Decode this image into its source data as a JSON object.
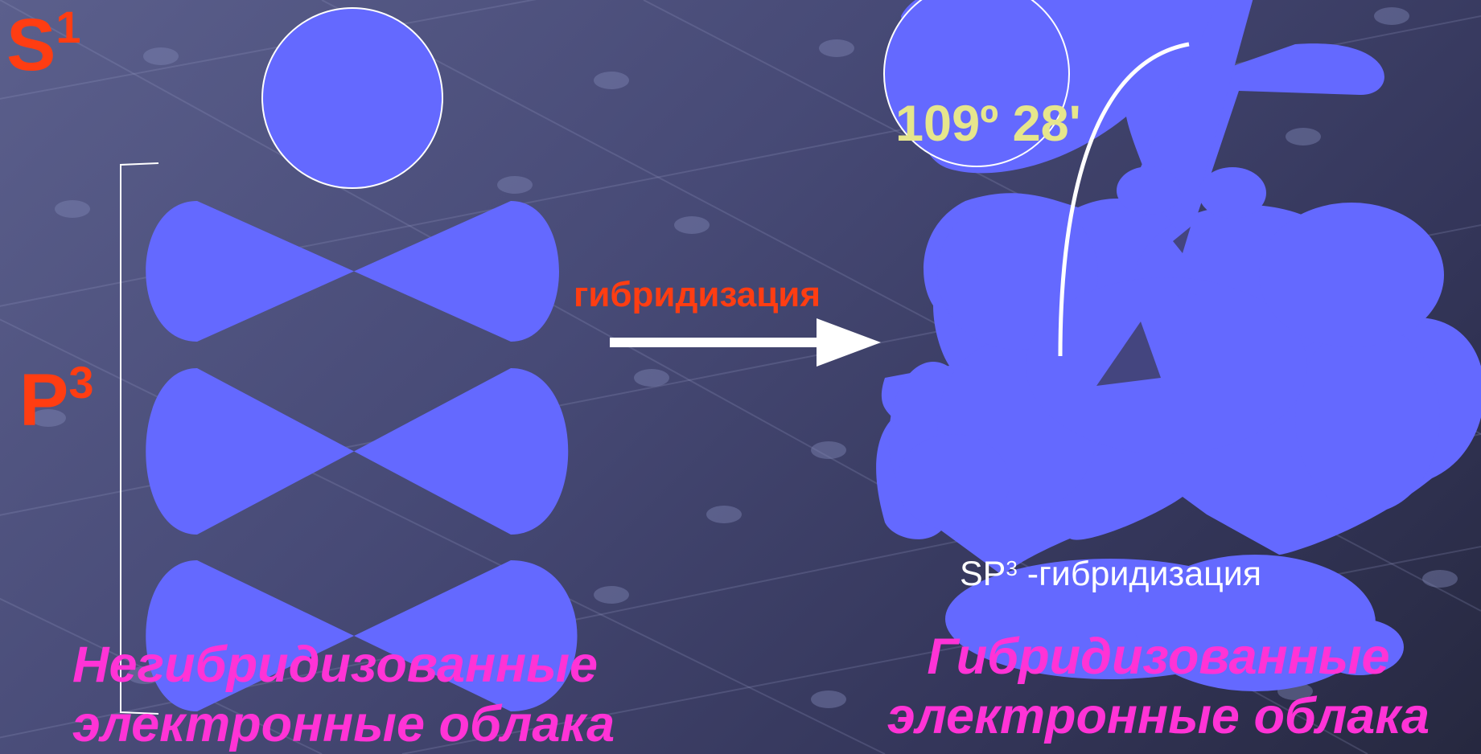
{
  "labels": {
    "s_letter": "S",
    "s_superscript": "1",
    "p_letter": "P",
    "p_superscript": "3",
    "hybridization_word": "гибридизация",
    "bond_angle": "109º 28'",
    "sp3_prefix": "SP",
    "sp3_superscript": "3",
    "sp3_suffix": " -гибридизация"
  },
  "captions": {
    "left_line1": "Негибридизованные",
    "left_line2": "электронные облака",
    "right_line1": "Гибридизованные",
    "right_line2": "электронные облака"
  },
  "colors": {
    "orbital_fill": "#6469ff",
    "label_red": "#ff3d12",
    "angle_yellow": "#e6e68c",
    "caption_magenta": "#ff33d6",
    "arrow_white": "#ffffff"
  }
}
